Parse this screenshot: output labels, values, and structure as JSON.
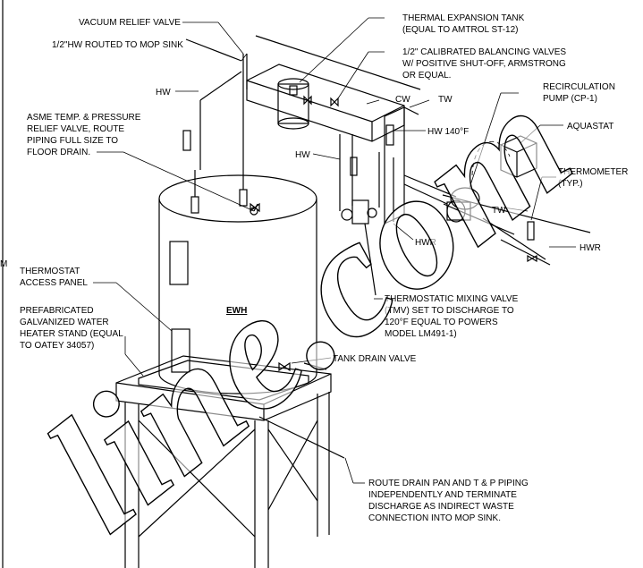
{
  "labels": {
    "vacuum_relief": "VACUUM RELIEF VALVE",
    "hw_routed": "1/2\"HW ROUTED TO MOP SINK",
    "thermal_tank_1": "THERMAL EXPANSION TANK",
    "thermal_tank_2": "(EQUAL TO AMTROL ST-12)",
    "balancing_1": "1/2\" CALIBRATED BALANCING VALVES",
    "balancing_2": "W/ POSITIVE SHUT-OFF, ARMSTRONG",
    "balancing_3": "OR EQUAL.",
    "recirc_1": "RECIRCULATION",
    "recirc_2": "PUMP (CP-1)",
    "aquastat": "AQUASTAT",
    "thermometer_1": "THERMOMETER",
    "thermometer_2": "(TYP.)",
    "hw_left": "HW",
    "hw_mid": "HW",
    "cw": "CW",
    "tw_top": "TW",
    "hw140": "HW 140°F",
    "tw_right": "TW",
    "hwr_mid": "HWR",
    "hwr_right": "HWR",
    "asme_1": "ASME TEMP. & PRESSURE",
    "asme_2": "RELIEF VALVE, ROUTE",
    "asme_3": "PIPING FULL SIZE TO",
    "asme_4": "FLOOR DRAIN.",
    "thermostat_1": "THERMOSTAT",
    "thermostat_2": "ACCESS PANEL",
    "stand_1": "PREFABRICATED",
    "stand_2": "GALVANIZED WATER",
    "stand_3": "HEATER STAND (EQUAL",
    "stand_4": "TO OATEY 34057)",
    "ewh": "EWH",
    "mixing_1": "THERMOSTATIC MIXING VALVE",
    "mixing_2": "(TMV) SET TO DISCHARGE TO",
    "mixing_3": "120°F EQUAL TO POWERS",
    "mixing_4": "MODEL LM491-1)",
    "tank_drain": "TANK DRAIN VALVE",
    "route_1": "ROUTE DRAIN PAN AND T & P PIPING",
    "route_2": "INDEPENDENTLY AND TERMINATE",
    "route_3": "DISCHARGE AS INDIRECT WASTE",
    "route_4": "CONNECTION INTO MOP SINK.",
    "edge_fragment": "M"
  },
  "watermark": "line.com"
}
